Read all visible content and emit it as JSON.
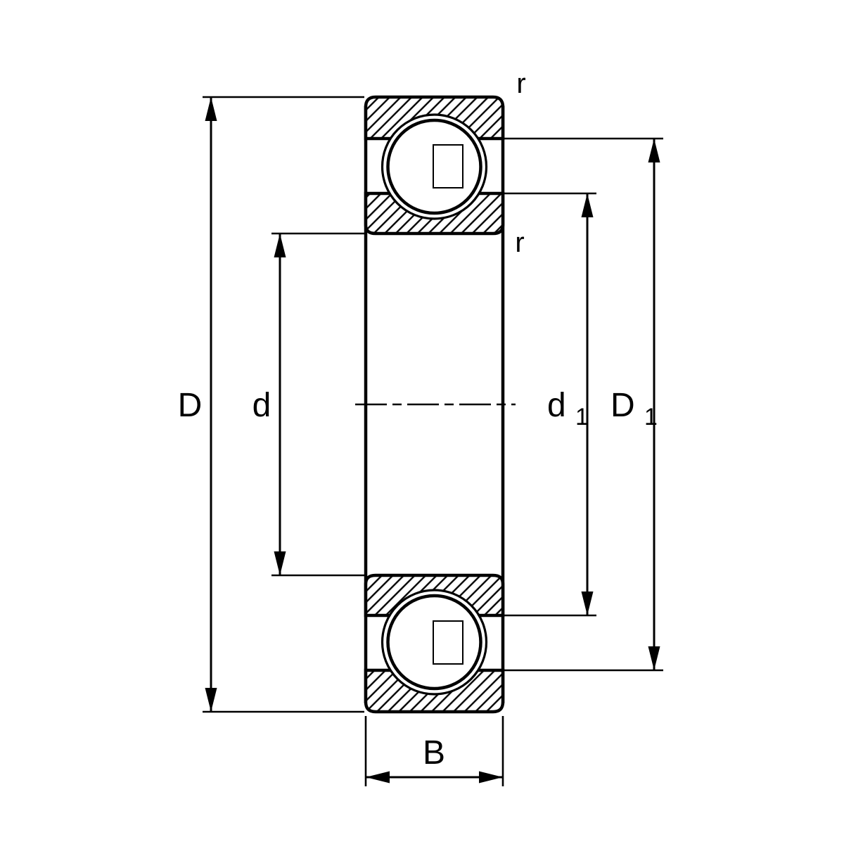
{
  "diagram": {
    "labels": {
      "outer_diameter": "D",
      "bore_diameter": "d",
      "inner_shoulder_diameter": {
        "base": "d",
        "sub": "1"
      },
      "outer_shoulder_diameter": {
        "base": "D",
        "sub": "1"
      },
      "width": "B",
      "radius_top": "r",
      "radius_inner": "r"
    },
    "colors": {
      "line": "#000000",
      "background": "#ffffff"
    }
  }
}
